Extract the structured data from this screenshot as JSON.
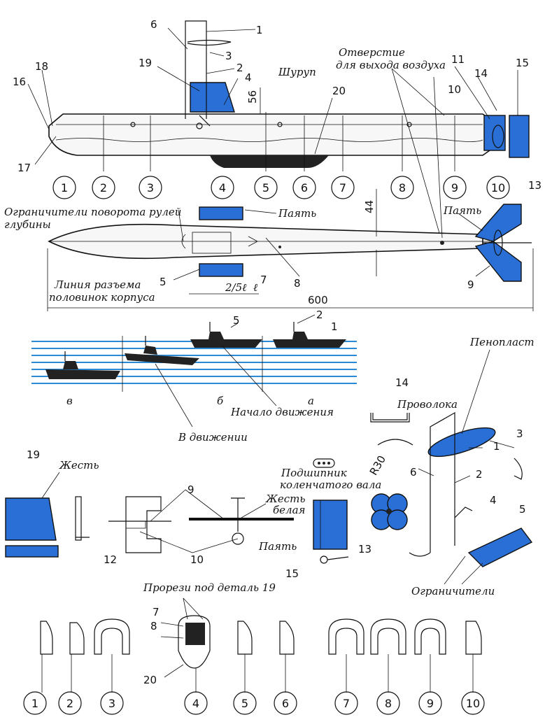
{
  "labels": {
    "air_hole_line1": "Отверстие",
    "air_hole_line2": "для выхода воздуха",
    "screw": "Шуруп",
    "dim_56": "56",
    "dim_44": "44",
    "dim_600": "600",
    "dim_25l": "2/5ℓ",
    "dim_l": "ℓ",
    "solder_top": "Паять",
    "solder_right": "Паять",
    "solder_detail": "Паять",
    "limiters_line1": "Ограничители поворота рулей",
    "limiters_line2": "глубины",
    "split_line1": "Линия разъема",
    "split_line2": "половинок корпуса",
    "start_motion": "Начало движения",
    "in_motion": "В движении",
    "foam": "Пенопласт",
    "wire": "Проволока",
    "r30": "R30",
    "bearing_line1": "Подшипник",
    "bearing_line2": "коленчатого вала",
    "tin": "Жесть",
    "tin_white_line1": "Жесть",
    "tin_white_line2": "белая",
    "limiters_bottom": "Ограничители",
    "slots": "Прорези под деталь 19",
    "stage_a": "а",
    "stage_b": "б",
    "stage_v": "в"
  },
  "part_numbers": {
    "top": [
      "1",
      "2",
      "3",
      "4",
      "6",
      "19",
      "18",
      "16",
      "17",
      "20",
      "11",
      "14",
      "15",
      "10",
      "13"
    ],
    "plan": [
      "5",
      "7",
      "8",
      "9"
    ],
    "stages": [
      "5",
      "2",
      "1"
    ],
    "details": [
      "14",
      "1",
      "3",
      "6",
      "2",
      "4",
      "5",
      "19",
      "9",
      "12",
      "10",
      "15",
      "13",
      "20"
    ],
    "details_sec": [
      "7",
      "8"
    ]
  },
  "section_circles": [
    "1",
    "2",
    "3",
    "4",
    "5",
    "6",
    "7",
    "8",
    "9",
    "10"
  ],
  "bottom_circles": [
    "1",
    "2",
    "3",
    "4",
    "5",
    "6",
    "7",
    "8",
    "9",
    "10"
  ],
  "colors": {
    "accent": "#2a6fd6",
    "water": "#2a8ad6",
    "ink": "#111111"
  }
}
